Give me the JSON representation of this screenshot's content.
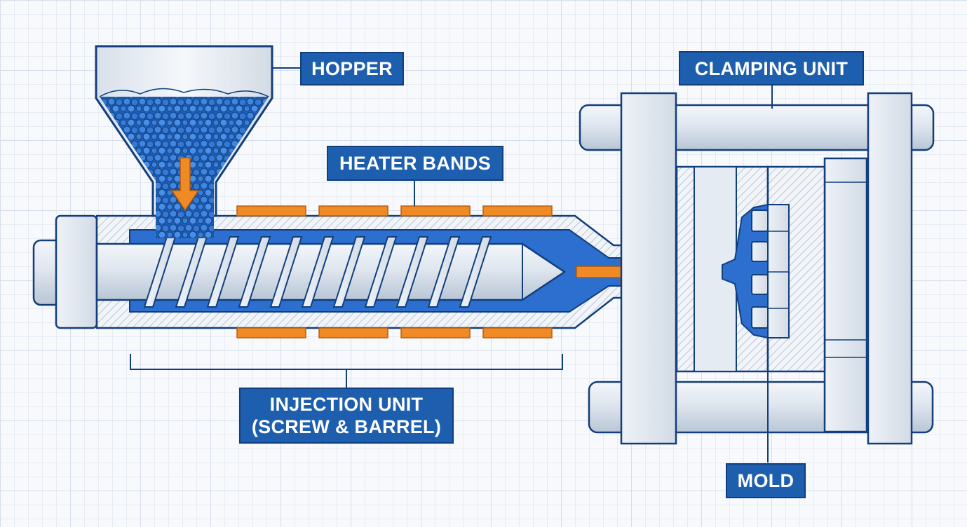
{
  "labels": {
    "hopper": "HOPPER",
    "heater_bands": "HEATER BANDS",
    "injection_unit_line1": "INJECTION UNIT",
    "injection_unit_line2": "(SCREW & BARREL)",
    "clamping_unit": "CLAMPING UNIT",
    "mold": "MOLD"
  },
  "colors": {
    "label_fill": "#1d5fae",
    "outline": "#123e7c",
    "melt_blue": "#2c6fcf",
    "heater_orange": "#f08a24",
    "metal_light": "#e6edf6"
  }
}
